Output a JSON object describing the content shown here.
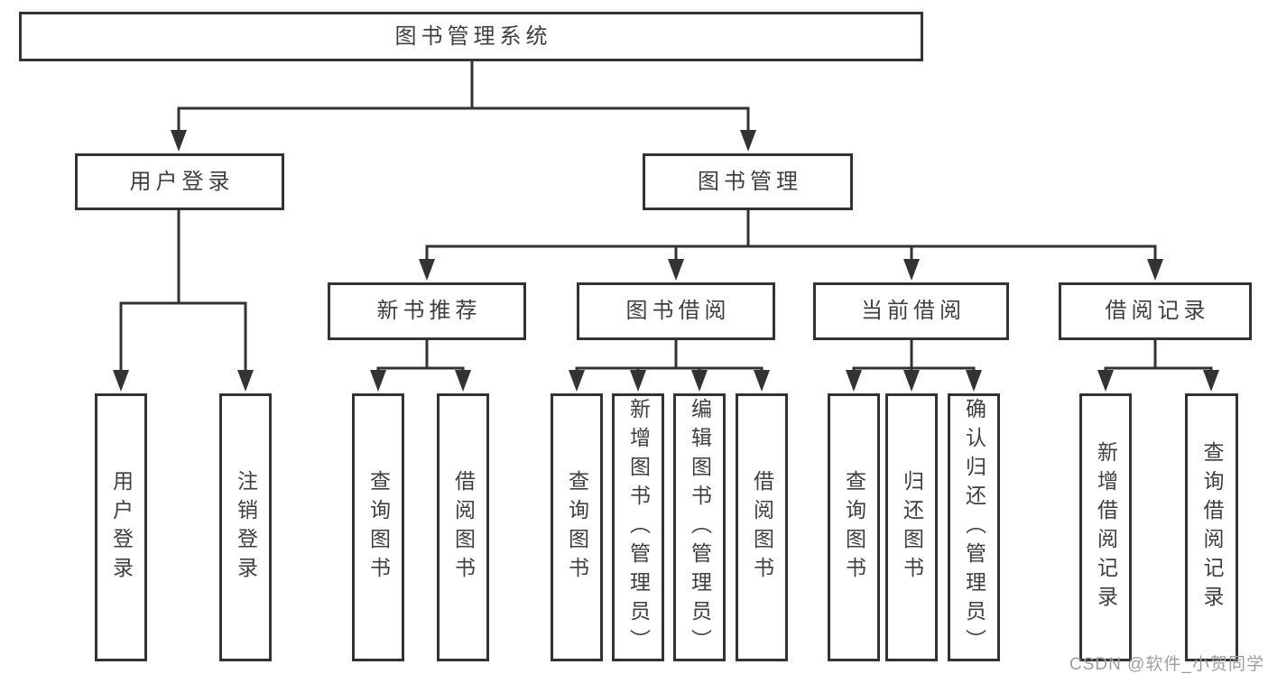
{
  "watermark": {
    "text": "CSDN @软件_小贺同学"
  },
  "colors": {
    "line": "#333333",
    "node_border": "#333333",
    "node_text": "#3f3f3f",
    "background": "#ffffff",
    "watermark_text": "#9e9e9e"
  },
  "tree": {
    "label": "图书管理系统",
    "children": [
      {
        "label": "用户登录",
        "children": [
          {
            "label": "用户登录"
          },
          {
            "label": "注销登录"
          }
        ]
      },
      {
        "label": "图书管理",
        "children": [
          {
            "label": "新书推荐",
            "children": [
              {
                "label": "查询图书"
              },
              {
                "label": "借阅图书"
              }
            ]
          },
          {
            "label": "图书借阅",
            "children": [
              {
                "label": "查询图书"
              },
              {
                "label": "新增图书（管理员）"
              },
              {
                "label": "编辑图书（管理员）"
              },
              {
                "label": "借阅图书"
              }
            ]
          },
          {
            "label": "当前借阅",
            "children": [
              {
                "label": "查询图书"
              },
              {
                "label": "归还图书"
              },
              {
                "label": "确认归还（管理员）"
              }
            ]
          },
          {
            "label": "借阅记录",
            "children": [
              {
                "label": "新增借阅记录"
              },
              {
                "label": "查询借阅记录"
              }
            ]
          }
        ]
      }
    ]
  }
}
